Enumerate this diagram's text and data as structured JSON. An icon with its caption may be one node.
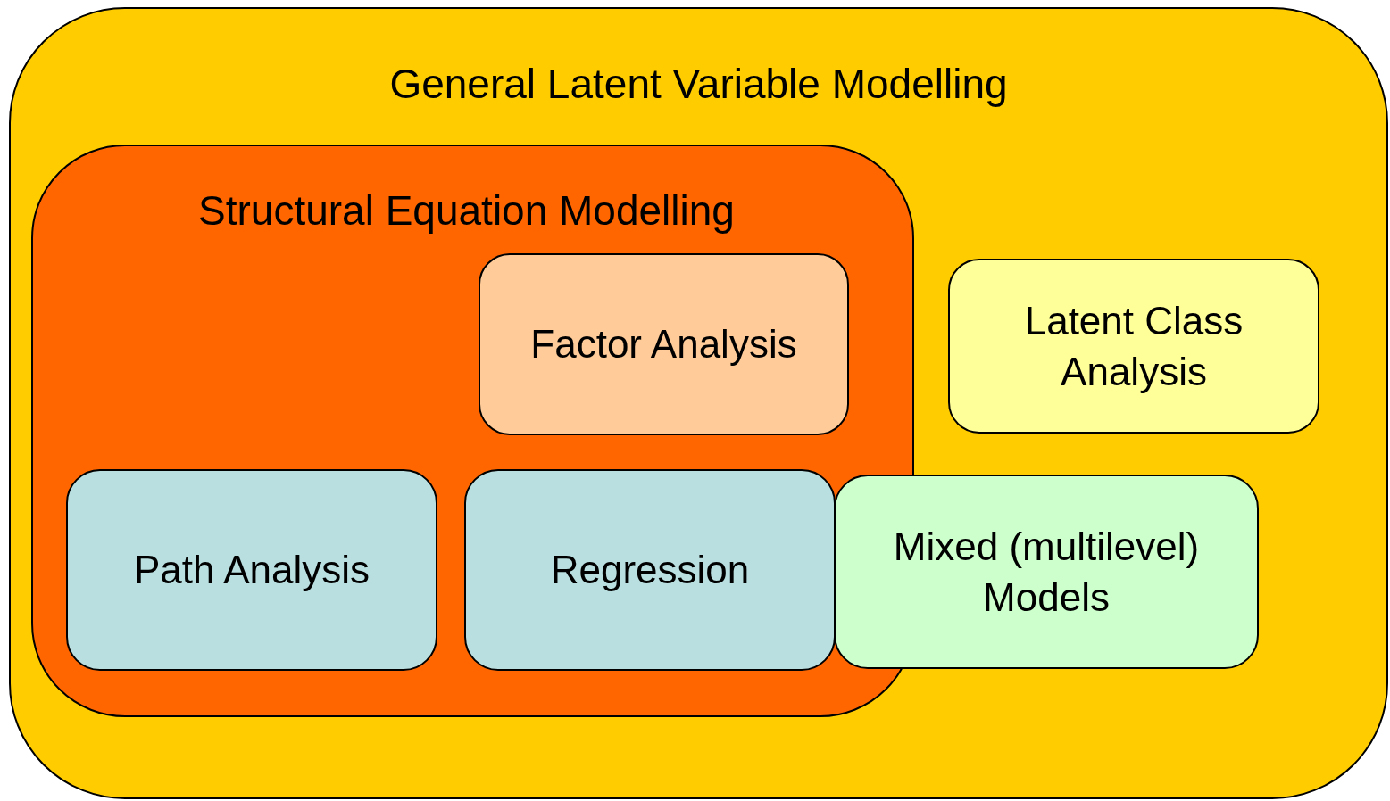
{
  "diagram": {
    "nodes": [
      {
        "text": [
          "General Latent Variable Modelling"
        ]
      },
      {
        "text": [
          "Structural Equation Modelling"
        ],
        "in": 0
      },
      {
        "text": [
          "Factor Analysis"
        ],
        "in": 1
      },
      {
        "text": [
          "Latent Class Analysis"
        ],
        "in": 0
      },
      {
        "text": [
          "Path Analysis"
        ],
        "in": 1
      },
      {
        "text": [
          "Regression"
        ],
        "in": 1
      },
      {
        "text": [
          "Mixed (multilevel) Models"
        ],
        "in": 0
      }
    ]
  }
}
